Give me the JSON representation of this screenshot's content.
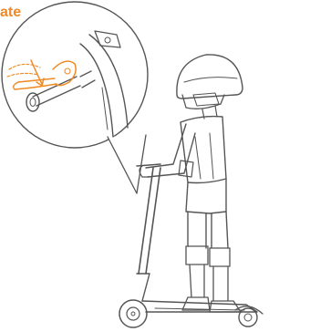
{
  "annotation": {
    "label": "ate",
    "color": "#f08a24"
  },
  "colors": {
    "line": "#555555",
    "accent": "#f08a24"
  },
  "parts": {
    "callout": "magnified-brake-lever-callout",
    "rider": "rider-with-helmet-and-pads",
    "scooter": "electric-scooter"
  }
}
